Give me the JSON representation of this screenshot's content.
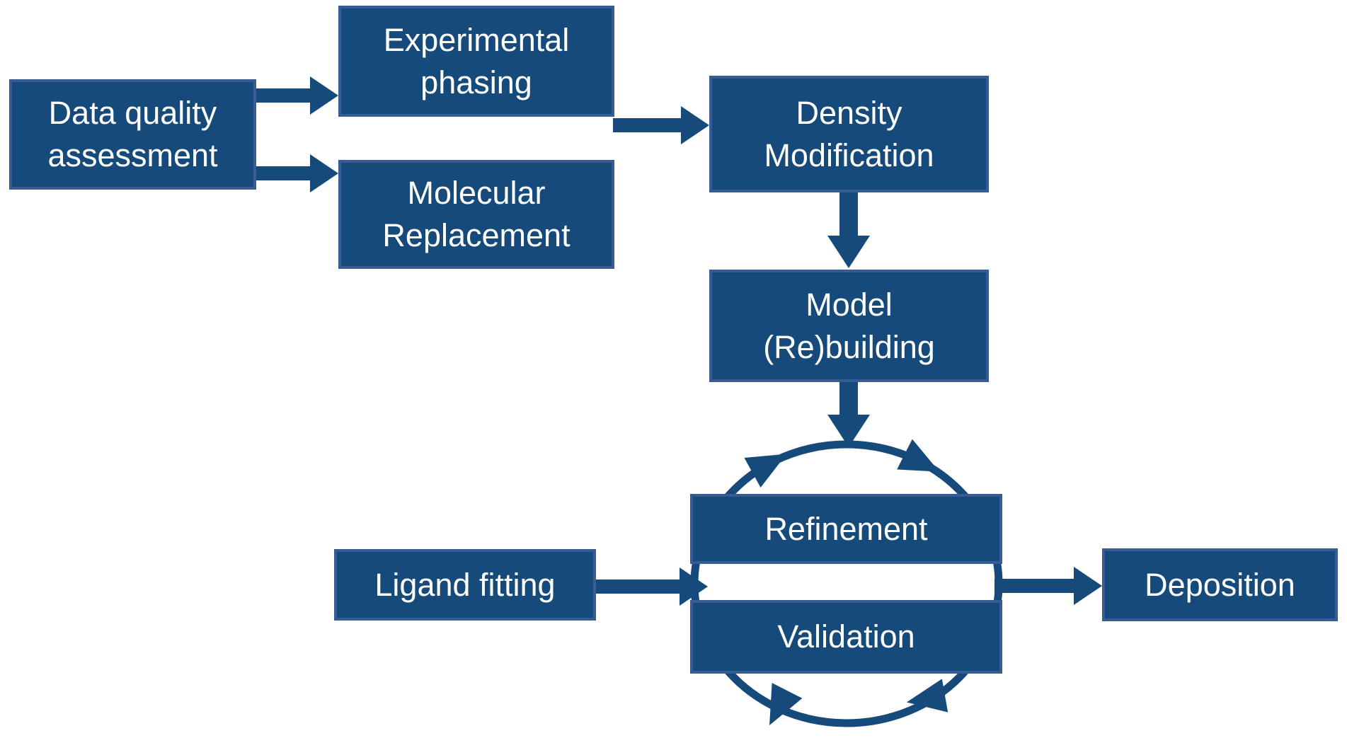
{
  "diagram": {
    "type": "flowchart",
    "background_color": "#ffffff",
    "node_fill_color": "#164A7B",
    "node_border_color": "#365B95",
    "arrow_color": "#164A7B",
    "text_color": "#ffffff",
    "nodes": {
      "data_quality_assessment": {
        "label": "Data quality\nassessment"
      },
      "experimental_phasing": {
        "label": "Experimental\nphasing"
      },
      "molecular_replacement": {
        "label": "Molecular\nReplacement"
      },
      "density_modification": {
        "label": "Density\nModification"
      },
      "model_rebuilding": {
        "label": "Model\n(Re)building"
      },
      "refinement": {
        "label": "Refinement"
      },
      "validation": {
        "label": "Validation"
      },
      "ligand_fitting": {
        "label": "Ligand fitting"
      },
      "deposition": {
        "label": "Deposition"
      }
    },
    "edges": [
      {
        "from": "Data quality assessment",
        "to": "Experimental phasing"
      },
      {
        "from": "Data quality assessment",
        "to": "Molecular Replacement"
      },
      {
        "from": "Experimental phasing / Molecular Replacement",
        "to": "Density Modification"
      },
      {
        "from": "Density Modification",
        "to": "Model (Re)building"
      },
      {
        "from": "Model (Re)building",
        "to": "Refinement-Validation cycle"
      },
      {
        "from": "Ligand fitting",
        "to": "Refinement-Validation cycle"
      },
      {
        "from": "Refinement-Validation cycle",
        "to": "Deposition"
      },
      {
        "from": "Refinement",
        "to": "Validation",
        "style": "circular-cycle"
      }
    ]
  }
}
